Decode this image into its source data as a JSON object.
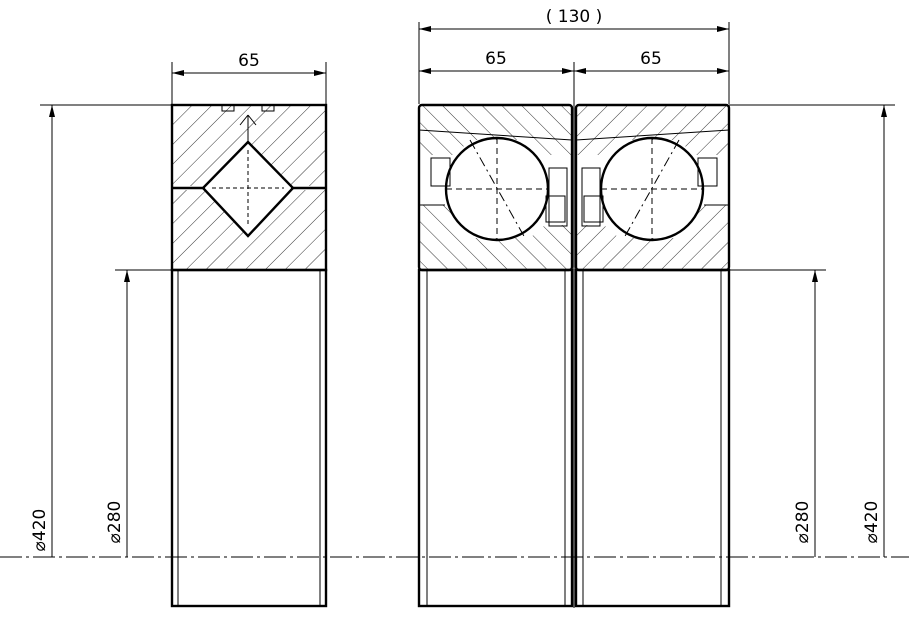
{
  "dimensions": {
    "left_width": "65",
    "overall_width": "( 130 )",
    "right_width_a": "65",
    "right_width_b": "65",
    "left_outer_dia": "⌀420",
    "left_inner_dia": "⌀280",
    "right_inner_dia": "⌀280",
    "right_outer_dia": "⌀420"
  },
  "colors": {
    "line": "#000000",
    "background": "#ffffff"
  }
}
